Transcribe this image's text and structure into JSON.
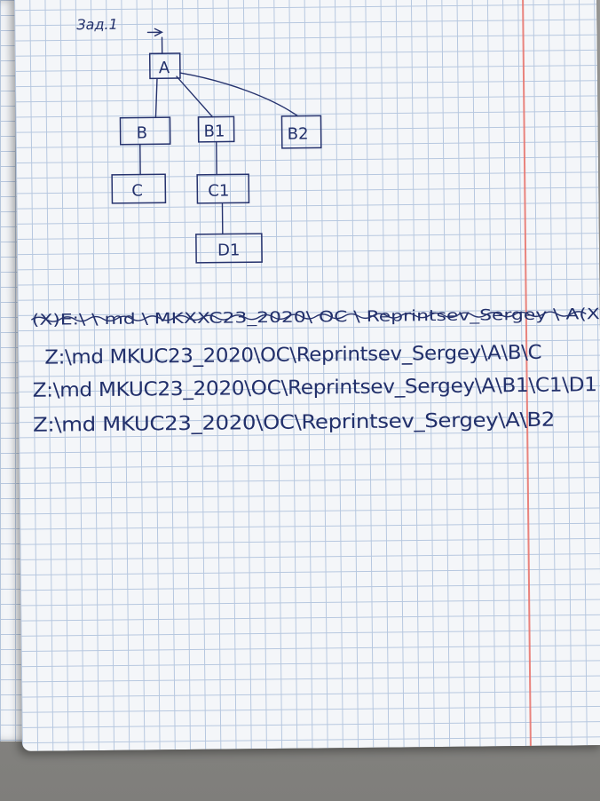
{
  "heading": "Зад.1",
  "tree": {
    "root": "A",
    "nodes": [
      {
        "label": "B",
        "parent": "A"
      },
      {
        "label": "B1",
        "parent": "A"
      },
      {
        "label": "B2",
        "parent": "A"
      },
      {
        "label": "C",
        "parent": "B"
      },
      {
        "label": "C1",
        "parent": "B1"
      },
      {
        "label": "D1",
        "parent": "C1"
      }
    ]
  },
  "lines": {
    "crossed_out": "(X)E:\\ \\ md \\ MKXXC23_2020\\ OC \\ Reprintsev_Sergey \\ A(X",
    "cmd_1": "Z:\\md MKUC23_2020\\OC\\Reprintsev_Sergey\\A\\B\\C",
    "cmd_2": "Z:\\md MKUC23_2020\\OC\\Reprintsev_Sergey\\A\\B1\\C1\\D1",
    "cmd_3": "Z:\\md MKUC23_2020\\OC\\Reprintsev_Sergey\\A\\B2"
  },
  "colors": {
    "ink": "#22306b",
    "grid": "#b6c7df",
    "margin": "#e8776f",
    "paper": "#f4f6f9"
  }
}
